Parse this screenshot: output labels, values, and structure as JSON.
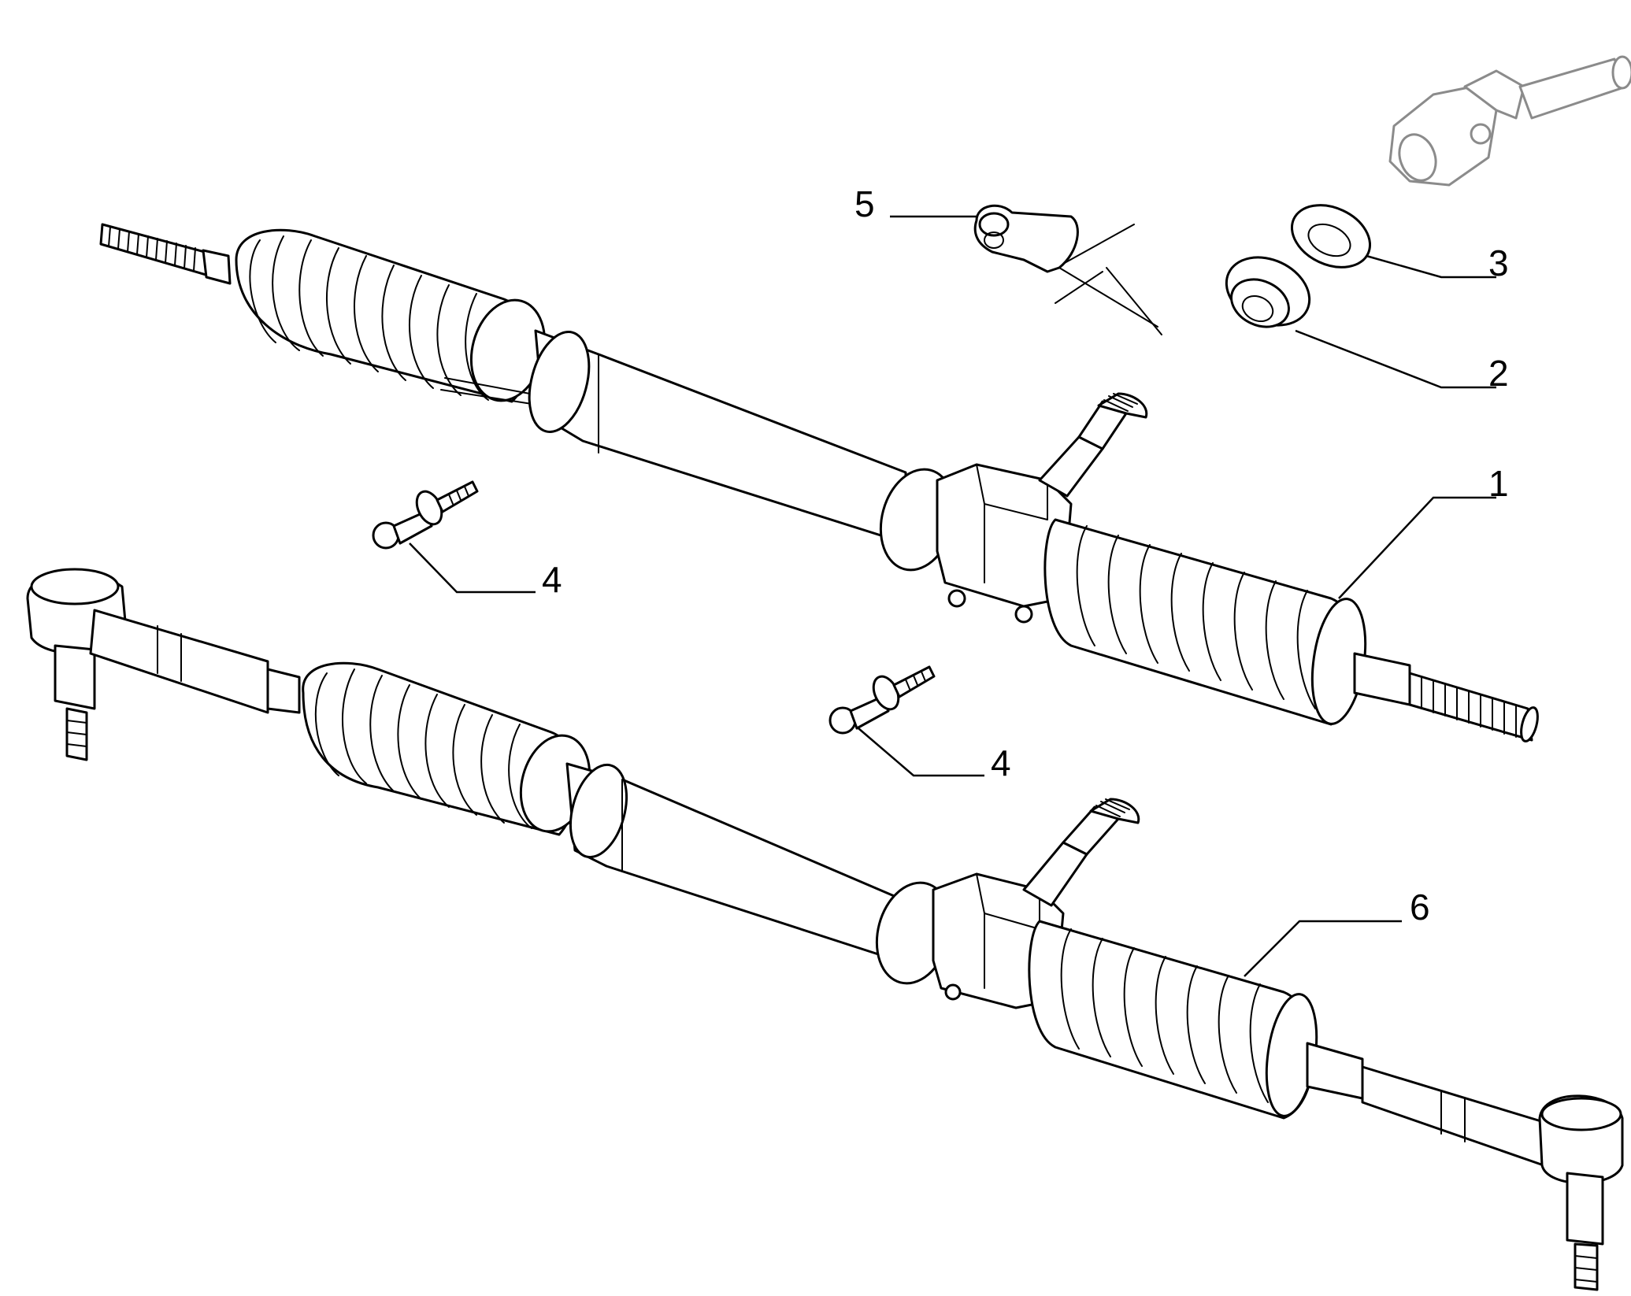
{
  "callouts": [
    {
      "id": "1",
      "label": "1"
    },
    {
      "id": "2",
      "label": "2"
    },
    {
      "id": "3",
      "label": "3"
    },
    {
      "id": "4a",
      "label": "4"
    },
    {
      "id": "4b",
      "label": "4"
    },
    {
      "id": "5",
      "label": "5"
    },
    {
      "id": "6",
      "label": "6"
    }
  ]
}
